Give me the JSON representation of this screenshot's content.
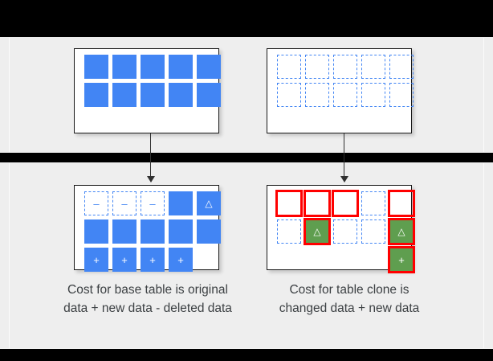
{
  "colors": {
    "page_background": "#000000",
    "panel_background": "#eeeeee",
    "table_background": "#ffffff",
    "data_blue": "#4285f4",
    "changed_green": "#5f9e4f",
    "highlight_red": "#ff0000",
    "text": "#3c4043"
  },
  "diagram": {
    "title": "",
    "panels": [
      {
        "name": "before",
        "tables": [
          {
            "id": "base-original",
            "role": "base table original data",
            "rows": [
              [
                {
                  "state": "filled",
                  "glyph": ""
                },
                {
                  "state": "filled",
                  "glyph": ""
                },
                {
                  "state": "filled",
                  "glyph": ""
                },
                {
                  "state": "filled",
                  "glyph": ""
                },
                {
                  "state": "filled",
                  "glyph": ""
                }
              ],
              [
                {
                  "state": "filled",
                  "glyph": ""
                },
                {
                  "state": "filled",
                  "glyph": ""
                },
                {
                  "state": "filled",
                  "glyph": ""
                },
                {
                  "state": "filled",
                  "glyph": ""
                },
                {
                  "state": "filled",
                  "glyph": ""
                }
              ]
            ]
          },
          {
            "id": "clone-original",
            "role": "table clone pointing at base data",
            "rows": [
              [
                {
                  "state": "ghost",
                  "glyph": ""
                },
                {
                  "state": "ghost",
                  "glyph": ""
                },
                {
                  "state": "ghost",
                  "glyph": ""
                },
                {
                  "state": "ghost",
                  "glyph": ""
                },
                {
                  "state": "ghost",
                  "glyph": ""
                }
              ],
              [
                {
                  "state": "ghost",
                  "glyph": ""
                },
                {
                  "state": "ghost",
                  "glyph": ""
                },
                {
                  "state": "ghost",
                  "glyph": ""
                },
                {
                  "state": "ghost",
                  "glyph": ""
                },
                {
                  "state": "ghost",
                  "glyph": ""
                }
              ]
            ]
          }
        ]
      },
      {
        "name": "after",
        "tables": [
          {
            "id": "base-final",
            "role": "base table after changes",
            "rows": [
              [
                {
                  "state": "ghost",
                  "glyph": "–"
                },
                {
                  "state": "ghost",
                  "glyph": "–"
                },
                {
                  "state": "ghost",
                  "glyph": "–"
                },
                {
                  "state": "filled",
                  "glyph": ""
                },
                {
                  "state": "filled",
                  "glyph": "△"
                }
              ],
              [
                {
                  "state": "filled",
                  "glyph": ""
                },
                {
                  "state": "filled",
                  "glyph": ""
                },
                {
                  "state": "filled",
                  "glyph": ""
                },
                {
                  "state": "filled",
                  "glyph": ""
                },
                {
                  "state": "filled",
                  "glyph": ""
                }
              ],
              [
                {
                  "state": "filled",
                  "glyph": "+"
                },
                {
                  "state": "filled",
                  "glyph": "+"
                },
                {
                  "state": "filled",
                  "glyph": "+"
                },
                {
                  "state": "filled",
                  "glyph": "+"
                },
                {
                  "state": "empty",
                  "glyph": ""
                }
              ]
            ]
          },
          {
            "id": "clone-final",
            "role": "table clone after changes",
            "rows": [
              [
                {
                  "state": "ghost",
                  "glyph": "",
                  "marked": true
                },
                {
                  "state": "ghost",
                  "glyph": "",
                  "marked": true
                },
                {
                  "state": "ghost",
                  "glyph": "",
                  "marked": true
                },
                {
                  "state": "ghost",
                  "glyph": "",
                  "marked": false
                },
                {
                  "state": "ghost",
                  "glyph": "",
                  "marked": true
                }
              ],
              [
                {
                  "state": "ghost",
                  "glyph": "",
                  "marked": false
                },
                {
                  "state": "green",
                  "glyph": "△",
                  "marked": true
                },
                {
                  "state": "ghost",
                  "glyph": "",
                  "marked": false
                },
                {
                  "state": "ghost",
                  "glyph": "",
                  "marked": false
                },
                {
                  "state": "green",
                  "glyph": "△",
                  "marked": true
                }
              ],
              [
                {
                  "state": "empty",
                  "glyph": "",
                  "marked": false
                },
                {
                  "state": "empty",
                  "glyph": "",
                  "marked": false
                },
                {
                  "state": "empty",
                  "glyph": "",
                  "marked": false
                },
                {
                  "state": "empty",
                  "glyph": "",
                  "marked": false
                },
                {
                  "state": "green",
                  "glyph": "+",
                  "marked": true
                }
              ]
            ]
          }
        ]
      }
    ],
    "captions": {
      "base": "Cost for base table is original data + new data - deleted data",
      "clone": "Cost for table clone is changed data + new data"
    },
    "arrows": [
      {
        "name": "base-flow-arrow",
        "from": "base-original",
        "to": "base-final"
      },
      {
        "name": "clone-flow-arrow",
        "from": "clone-original",
        "to": "clone-final"
      }
    ]
  }
}
